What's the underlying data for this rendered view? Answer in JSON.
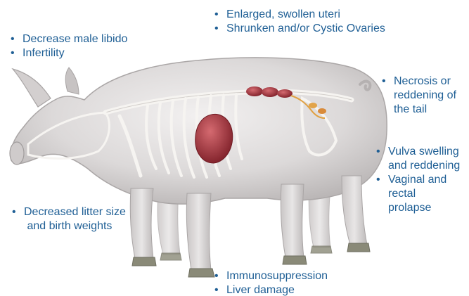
{
  "callouts": {
    "reproductive": [
      "Enlarged, swollen uteri",
      "Shrunken and/or Cystic Ovaries"
    ],
    "male": [
      "Decrease male libido",
      "Infertility"
    ],
    "tail": [
      [
        "Necrosis or",
        "reddening of",
        "the tail"
      ]
    ],
    "vulva": [
      [
        "Vulva swelling",
        "and reddening"
      ],
      [
        "Vaginal and",
        "rectal",
        "prolapse"
      ]
    ],
    "litter": [
      [
        "Decreased litter size",
        " and birth weights"
      ]
    ],
    "immune": [
      "Immunosuppression",
      "Liver damage"
    ]
  },
  "colors": {
    "text": "#1f5f95",
    "body": "#d9d6d6",
    "skeleton": "#f3f1ee",
    "organ": "#9c2f38",
    "hoof": "#8a8a78"
  }
}
